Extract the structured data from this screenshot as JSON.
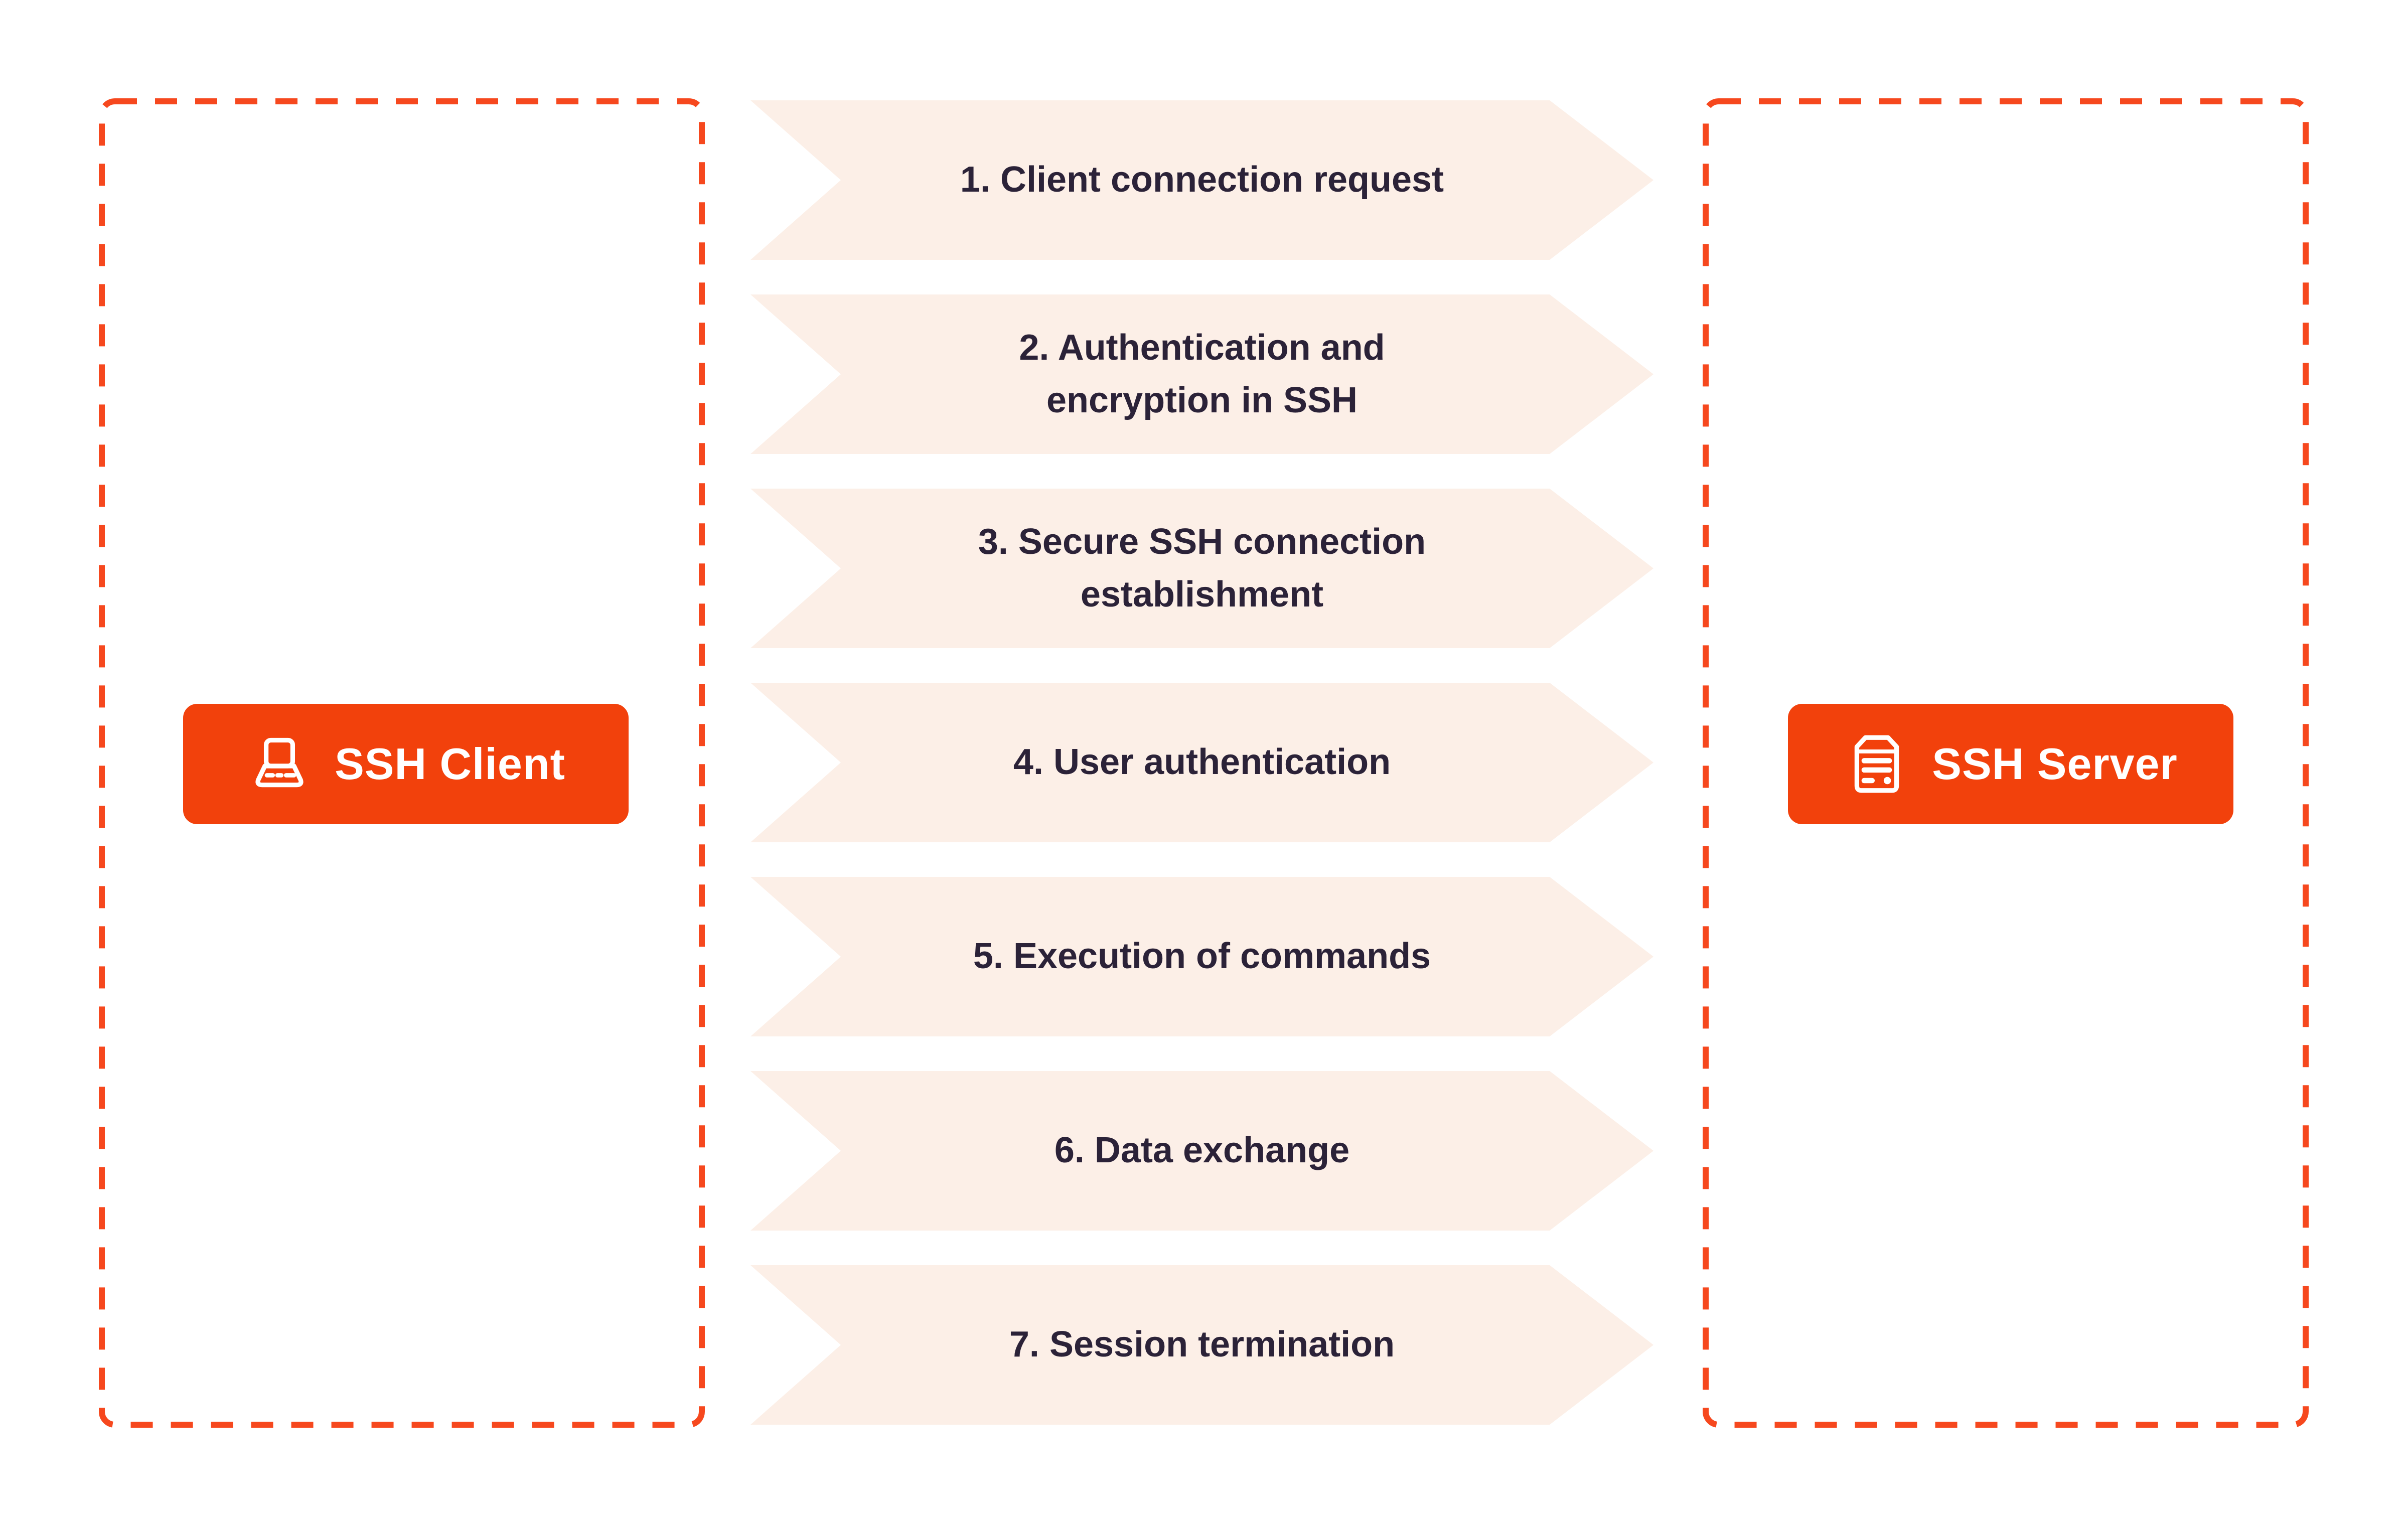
{
  "client": {
    "label": "SSH Client",
    "icon": "laptop-icon"
  },
  "server": {
    "label": "SSH Server",
    "icon": "server-icon"
  },
  "steps": [
    "1. Client connection request",
    "2. Authentication and\nencryption in SSH",
    "3. Secure SSH connection\nestablishment",
    "4. User authentication",
    "5. Execution of commands",
    "6. Data exchange",
    "7. Session termination"
  ],
  "colors": {
    "background": "#FFFFFF",
    "accent_orange": "#F2410C",
    "dash_orange": "#F6481E",
    "arrow_fill": "#FCEFE7",
    "arrow_text": "#2B2238",
    "button_text": "#FFFFFF"
  }
}
